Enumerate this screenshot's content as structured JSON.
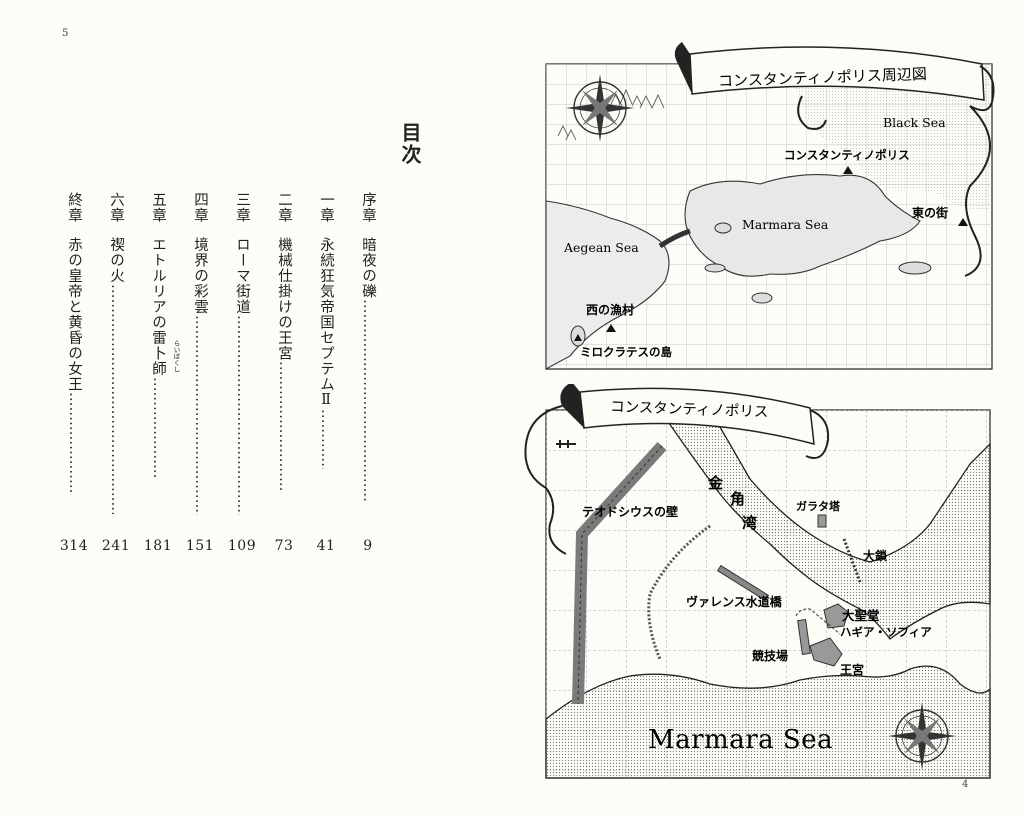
{
  "pages": {
    "left": "5",
    "right": "4"
  },
  "toc": {
    "title": "目次",
    "entries": [
      {
        "chapter": "序章",
        "title": "暗夜の礫",
        "page": "9"
      },
      {
        "chapter": "一章",
        "title": "永続狂気帝国セプテムⅡ",
        "page": "41"
      },
      {
        "chapter": "二章",
        "title": "機械仕掛けの王宮",
        "page": "73"
      },
      {
        "chapter": "三章",
        "title": "ローマ街道",
        "page": "109"
      },
      {
        "chapter": "四章",
        "title": "境界の彩雲",
        "page": "151"
      },
      {
        "chapter": "五章",
        "title": "エトルリアの雷卜師",
        "page": "181"
      },
      {
        "chapter": "六章",
        "title": "禊の火",
        "page": "241"
      },
      {
        "chapter": "終章",
        "title": "赤の皇帝と黄昏の女王",
        "page": "314"
      }
    ],
    "ruby": "らいぼくし"
  },
  "map_region": {
    "banner": "コンスタンティノポリス周辺図",
    "labels": {
      "black_sea": "Black Sea",
      "constantinople": "コンスタンティノポリス",
      "marmara": "Marmara Sea",
      "aegean": "Aegean Sea",
      "east_town": "東の街",
      "west_village": "西の漁村",
      "island": "ミロクラテスの島"
    }
  },
  "map_city": {
    "banner": "コンスタンティノポリス",
    "labels": {
      "theodosian_wall": "テオドシウスの壁",
      "golden_horn_1": "金",
      "golden_horn_2": "角",
      "golden_horn_3": "湾",
      "galata": "ガラタ塔",
      "chain": "大鎖",
      "aqueduct": "ヴァレンス水道橋",
      "cathedral": "大聖堂",
      "hagia_sophia": "ハギア・ソフィア",
      "hippodrome": "競技場",
      "palace": "王宮",
      "marmara": "Marmara Sea"
    }
  },
  "colors": {
    "ink": "#222222",
    "paper": "#fdfcf7",
    "grid": "#b5b5b5",
    "sea_fill": "#e3e3e3"
  }
}
